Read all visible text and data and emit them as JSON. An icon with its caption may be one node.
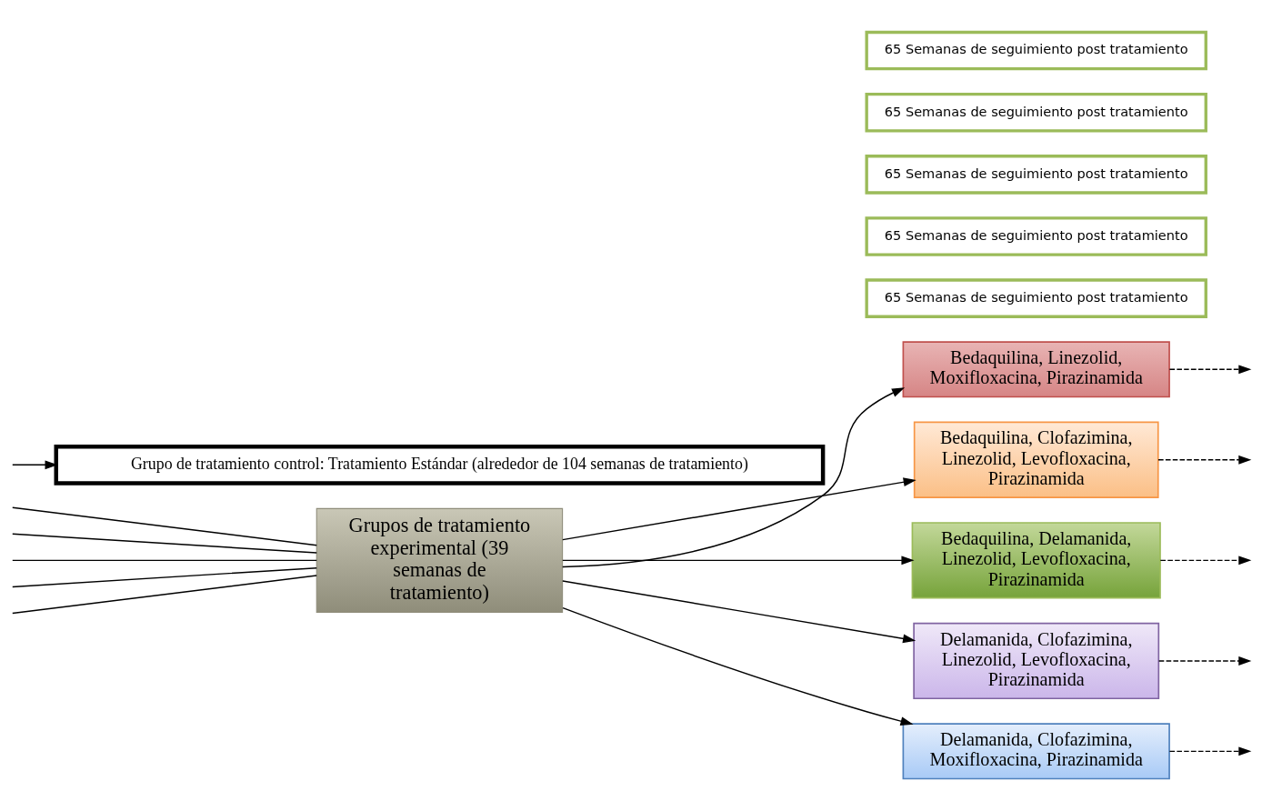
{
  "diagram": {
    "nodes": [
      {
        "text": [
          "Grupos de tratamiento experimental (39 semanas de tratamiento)"
        ]
      },
      {
        "text": [
          "Bedaquilina, Linezolid, Moxifloxacina, Pirazinamida"
        ]
      },
      {
        "text": [
          "Bedaquilina, Clofazimina, Linezolid, Levofloxacina, Pirazinamida"
        ]
      },
      {
        "text": [
          "Bedaquilina, Delamanida, Linezolid, Levofloxacina, Pirazinamida"
        ]
      },
      {
        "text": [
          "Delamanida, Clofazimina, Linezolid, Levofloxacina, Pirazinamida"
        ]
      },
      {
        "text": [
          "Delamanida, Clofazimina, Moxifloxacina, Pirazinamida"
        ]
      },
      {
        "text": [
          "65 Semanas de seguimiento post tratamiento"
        ]
      },
      {
        "text": [
          "65 Semanas de seguimiento post tratamiento"
        ]
      },
      {
        "text": [
          "65 Semanas de seguimiento post tratamiento"
        ]
      },
      {
        "text": [
          "65 Semanas de seguimiento post tratamiento"
        ]
      },
      {
        "text": [
          "65 Semanas de seguimiento post tratamiento"
        ]
      },
      {
        "text": [
          "Grupo de tratamiento control: Tratamiento Estándar (alrededor de 104 semanas de tratamiento)"
        ]
      }
    ],
    "edges": [
      {
        "from": null,
        "to": 0,
        "arrow": "none"
      },
      {
        "from": null,
        "to": 0,
        "arrow": "none"
      },
      {
        "from": null,
        "to": 0,
        "arrow": "none"
      },
      {
        "from": null,
        "to": 0,
        "arrow": "none"
      },
      {
        "from": null,
        "to": 0,
        "arrow": "none"
      },
      {
        "from": null,
        "to": 11,
        "arrow": "to"
      },
      {
        "from": 0,
        "to": 1,
        "arrow": "to"
      },
      {
        "from": 0,
        "to": 2,
        "arrow": "to"
      },
      {
        "from": 0,
        "to": 3,
        "arrow": "to"
      },
      {
        "from": 0,
        "to": 4,
        "arrow": "to"
      },
      {
        "from": 0,
        "to": 5,
        "arrow": "to"
      },
      {
        "from": 1,
        "to": null,
        "arrow": "to",
        "style": "dashed"
      },
      {
        "from": 2,
        "to": null,
        "arrow": "to",
        "style": "dashed"
      },
      {
        "from": 3,
        "to": null,
        "arrow": "to",
        "style": "dashed"
      },
      {
        "from": 4,
        "to": null,
        "arrow": "to",
        "style": "dashed"
      },
      {
        "from": 5,
        "to": null,
        "arrow": "to",
        "style": "dashed"
      }
    ]
  }
}
